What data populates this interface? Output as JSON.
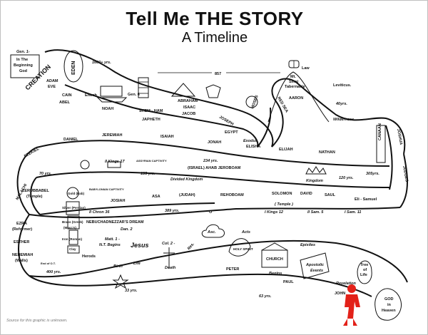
{
  "header": {
    "title": "Tell Me THE STORY",
    "subtitle": "A Timeline"
  },
  "source_note": "Source for this graphic is unknown.",
  "colors": {
    "figure": "#e32119",
    "ink": "#111111"
  },
  "labels": {
    "gen1": "Gen. 1-",
    "beginning1": "In The",
    "beginning2": "Beginning",
    "beginning3": "God",
    "creation": "CREATION",
    "adam": "ADAM",
    "eve": "EVE",
    "eden": "EDEN",
    "cain": "CAIN",
    "abel": "ABEL",
    "span1600": "1600+ yrs.",
    "enoch": "Enoch",
    "gen6": "Gen. 6",
    "noah": "NOAH",
    "shem_ham": "SHEM - HAM",
    "japheth": "JAPHETH",
    "abraham": "ABRAHAM",
    "isaac": "ISAAC",
    "jacob": "JACOB",
    "span857": "857",
    "joseph": "JOSEPH",
    "egypt": "EGYPT",
    "exodus": "Exodus",
    "moses": "MOSES",
    "red_sea": "RED SEA",
    "law": "Law",
    "mt_sinai1": "Mt.",
    "mt_sinai2": "Sinai",
    "tabernacle": "Tabernacle",
    "aaron": "AARON",
    "leviticus": "Leviticus.",
    "forty_yrs": "40yrs.",
    "wilderness": "Wilderness",
    "joshua": "JOSHUA",
    "canaan": "CANAAN",
    "judges": "JUDGES",
    "span305": "305yrs.",
    "ezekiel": "EZEKIEL",
    "daniel": "DANIEL",
    "jeremiah": "JEREMIAH",
    "isaiah": "ISAIAH",
    "jonah": "JONAH",
    "elisha": "ELISHA",
    "elijah": "ELIJAH",
    "nathan": "NATHAN",
    "kings17": "II Kings 17",
    "assyrian_captivity": "ASSYRIAN CAPTIVITY",
    "span234": "234 yrs.",
    "israel_ahab": "(ISRAEL) AHAB JEROBOAM",
    "span70": "70 yrs.",
    "span135": "135 yrs.",
    "divided_kingdom": "Divided Kingdom",
    "kingdom": "Kingdom",
    "span120": "120 yrs.",
    "malachi": "MALACHI",
    "zerubbabel": "ZERUBBABEL",
    "temple1": "(Temple)",
    "gold_bab": "Gold (Bab)",
    "babylonian_captivity": "BABYLONIAN CAPTIVITY",
    "josiah": "JOSIAH",
    "asa": "ASA",
    "judah": "(JUDAH)",
    "rehoboam": "REHOBOAM",
    "solomon": "SOLOMON",
    "david": "DAVID",
    "saul": "SAUL",
    "eli_samuel": "Eli - Samuel",
    "chron36": "II Chron 36",
    "span389": "389 yrs.",
    "ezra": "EZRA",
    "reformer": "(Reformer)",
    "esther": "ESTHER",
    "nehemiah": "NEHEMIAH",
    "walls": "(Walls)",
    "silver_persian": "Silver (Persian)",
    "brass_greek": "Brass (Greek)",
    "maccabees": "(Macc's)",
    "kings12": "I Kings 12",
    "temple2": "( Temple )",
    "sam5": "II Sam. 5",
    "sam1": "I Sam. 11",
    "nebuchadnezzar": "NEBUCHADNEZZAR'S DREAM",
    "dan2": "Dan. 2",
    "iron_roman": "Iron (Roman)",
    "clay": "Clay",
    "herods": "Herods",
    "end_ot": "End of O.T.",
    "span400": "400 yrs.",
    "matt1": "Matt. 1 -",
    "nt_begins": "N.T. Begins",
    "jesus": "Jesus",
    "birth": "Birth",
    "life": "Life",
    "col2": "Col. 2 -",
    "death": "Death",
    "res": "Res.",
    "asc": "Asc.",
    "holy_spirit": "HOLY SPIRIT",
    "acts": "Acts",
    "church": "CHURCH",
    "begins": "Begins",
    "epistles": "Epistles",
    "apostolic1": "Apostolic",
    "apostolic2": "Events",
    "peter": "PETER",
    "paul": "PAUL",
    "john": "JOHN",
    "revelation": "Revelation",
    "tree1": "Tree",
    "tree2": "of",
    "tree3": "Life",
    "god_heaven1": "GOD",
    "god_heaven2": "in",
    "god_heaven3": "Heaven",
    "span33": "33 yrs.",
    "span63": "63 yrs.",
    "circle_o": "O"
  }
}
